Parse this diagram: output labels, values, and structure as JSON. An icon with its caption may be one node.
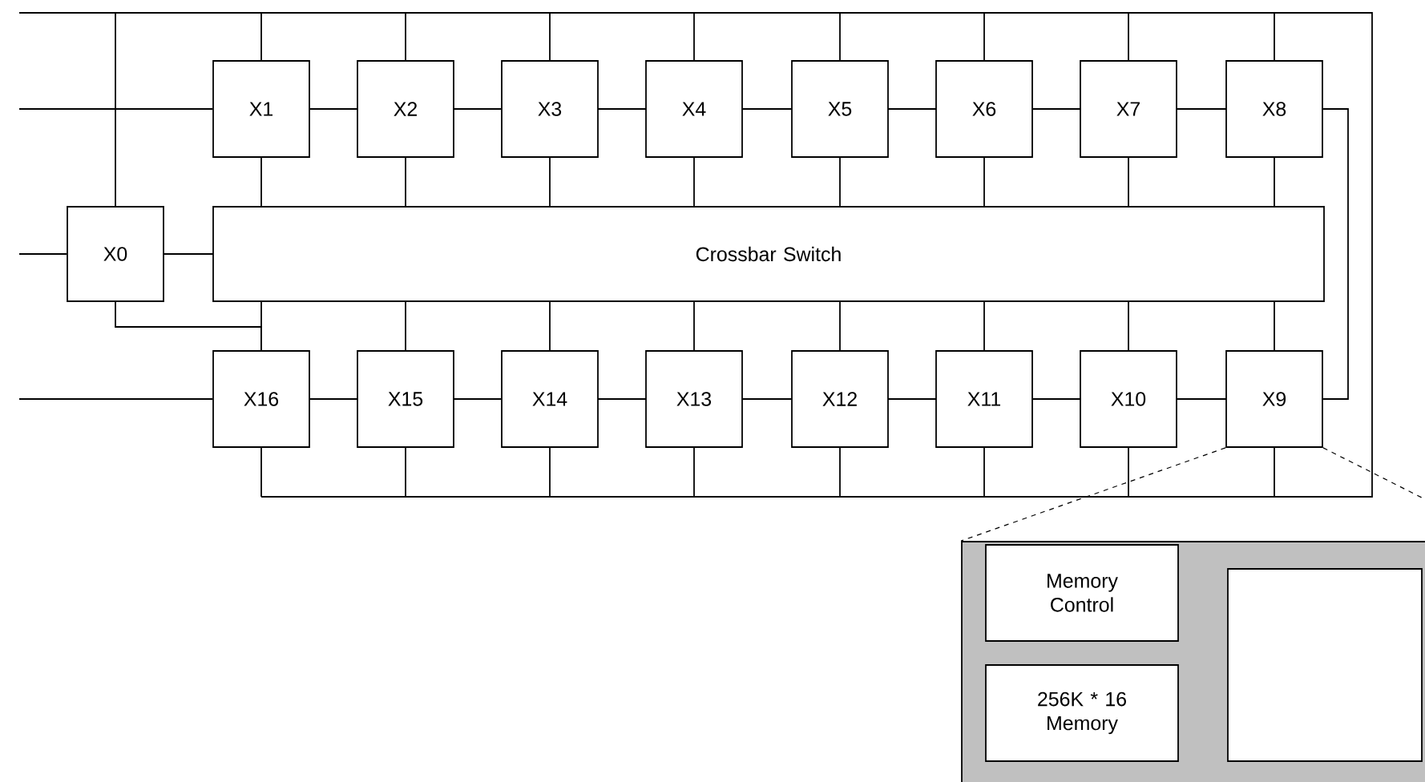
{
  "diagram": {
    "nodes": [
      {
        "text": [
          "X1"
        ]
      },
      {
        "text": [
          "X2"
        ]
      },
      {
        "text": [
          "X3"
        ]
      },
      {
        "text": [
          "X4"
        ]
      },
      {
        "text": [
          "X5"
        ]
      },
      {
        "text": [
          "X6"
        ]
      },
      {
        "text": [
          "X7"
        ]
      },
      {
        "text": [
          "X8"
        ]
      },
      {
        "text": [
          "X0"
        ]
      },
      {
        "text": [
          "Crossbar Switch"
        ]
      },
      {
        "text": [
          "X16"
        ]
      },
      {
        "text": [
          "X15"
        ]
      },
      {
        "text": [
          "X14"
        ]
      },
      {
        "text": [
          "X13"
        ]
      },
      {
        "text": [
          "X12"
        ]
      },
      {
        "text": [
          "X11"
        ]
      },
      {
        "text": [
          "X10"
        ]
      },
      {
        "text": [
          "X9"
        ]
      },
      {
        "text": [],
        "shape": "box"
      },
      {
        "text": [
          "Memory Control"
        ],
        "in": 18
      },
      {
        "text": [],
        "shape": "box",
        "in": 18
      },
      {
        "text": [
          "256K * 16 Memory"
        ],
        "in": 18
      }
    ],
    "edges": [
      {
        "from": 0,
        "to": 1,
        "arrow": "none"
      },
      {
        "from": 1,
        "to": 2,
        "arrow": "none"
      },
      {
        "from": 2,
        "to": 3,
        "arrow": "none"
      },
      {
        "from": 3,
        "to": 4,
        "arrow": "none"
      },
      {
        "from": 4,
        "to": 5,
        "arrow": "none"
      },
      {
        "from": 5,
        "to": 6,
        "arrow": "none"
      },
      {
        "from": 6,
        "to": 7,
        "arrow": "none"
      },
      {
        "from": 7,
        "to": 17,
        "arrow": "none"
      },
      {
        "from": 10,
        "to": 11,
        "arrow": "none"
      },
      {
        "from": 11,
        "to": 12,
        "arrow": "none"
      },
      {
        "from": 12,
        "to": 13,
        "arrow": "none"
      },
      {
        "from": 13,
        "to": 14,
        "arrow": "none"
      },
      {
        "from": 14,
        "to": 15,
        "arrow": "none"
      },
      {
        "from": 15,
        "to": 16,
        "arrow": "none"
      },
      {
        "from": 16,
        "to": 17,
        "arrow": "none"
      },
      {
        "from": 0,
        "to": 9,
        "arrow": "none"
      },
      {
        "from": 1,
        "to": 9,
        "arrow": "none"
      },
      {
        "from": 2,
        "to": 9,
        "arrow": "none"
      },
      {
        "from": 3,
        "to": 9,
        "arrow": "none"
      },
      {
        "from": 4,
        "to": 9,
        "arrow": "none"
      },
      {
        "from": 5,
        "to": 9,
        "arrow": "none"
      },
      {
        "from": 6,
        "to": 9,
        "arrow": "none"
      },
      {
        "from": 7,
        "to": 9,
        "arrow": "none"
      },
      {
        "from": 9,
        "to": 10,
        "arrow": "none"
      },
      {
        "from": 9,
        "to": 11,
        "arrow": "none"
      },
      {
        "from": 9,
        "to": 12,
        "arrow": "none"
      },
      {
        "from": 9,
        "to": 13,
        "arrow": "none"
      },
      {
        "from": 9,
        "to": 14,
        "arrow": "none"
      },
      {
        "from": 9,
        "to": 15,
        "arrow": "none"
      },
      {
        "from": 9,
        "to": 16,
        "arrow": "none"
      },
      {
        "from": 9,
        "to": 17,
        "arrow": "none"
      },
      {
        "from": 8,
        "to": 9,
        "arrow": "none"
      },
      {
        "from": 8,
        "to": 10,
        "arrow": "none"
      },
      {
        "from": null,
        "to": 0,
        "arrow": "none"
      },
      {
        "from": null,
        "to": 8,
        "arrow": "none"
      },
      {
        "from": null,
        "to": 10,
        "arrow": "none"
      },
      {
        "from": 8,
        "to": null,
        "arrow": "none"
      },
      {
        "from": 0,
        "to": null,
        "arrow": "none"
      },
      {
        "from": 1,
        "to": null,
        "arrow": "none"
      },
      {
        "from": 2,
        "to": null,
        "arrow": "none"
      },
      {
        "from": 3,
        "to": null,
        "arrow": "none"
      },
      {
        "from": 4,
        "to": null,
        "arrow": "none"
      },
      {
        "from": 5,
        "to": null,
        "arrow": "none"
      },
      {
        "from": 6,
        "to": null,
        "arrow": "none"
      },
      {
        "from": 7,
        "to": null,
        "arrow": "none"
      },
      {
        "from": 10,
        "to": null,
        "arrow": "none"
      },
      {
        "from": 11,
        "to": null,
        "arrow": "none"
      },
      {
        "from": 12,
        "to": null,
        "arrow": "none"
      },
      {
        "from": 13,
        "to": null,
        "arrow": "none"
      },
      {
        "from": 14,
        "to": null,
        "arrow": "none"
      },
      {
        "from": 15,
        "to": null,
        "arrow": "none"
      },
      {
        "from": 16,
        "to": null,
        "arrow": "none"
      },
      {
        "from": 17,
        "to": null,
        "arrow": "none"
      },
      {
        "from": 17,
        "to": 18,
        "arrow": "none",
        "style": "dashed"
      },
      {
        "from": 17,
        "to": 18,
        "arrow": "none",
        "style": "dashed"
      }
    ]
  }
}
